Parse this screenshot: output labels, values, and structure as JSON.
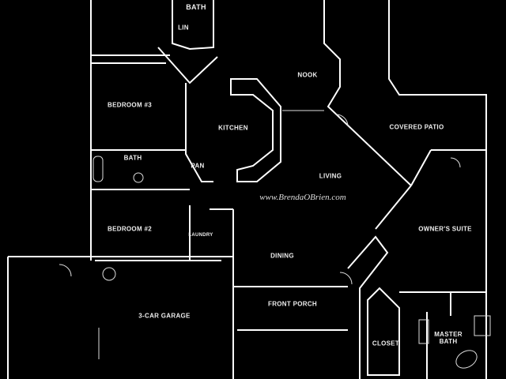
{
  "rooms": {
    "bath_top": "BATH",
    "linen": "LIN",
    "nook": "NOOK",
    "bedroom3": "BEDROOM #3",
    "kitchen": "KITCHEN",
    "pantry": "PAN",
    "covered_patio": "COVERED PATIO",
    "bath": "BATH",
    "living": "LIVING",
    "bedroom2": "BEDROOM #2",
    "laundry": "LAUNDRY",
    "owners_suite": "OWNER'S SUITE",
    "dining": "DINING",
    "front_porch": "FRONT PORCH",
    "garage": "3-CAR GARAGE",
    "closet": "CLOSET",
    "master_bath": "MASTER BATH"
  },
  "watermark": "www.BrendaOBrien.com"
}
